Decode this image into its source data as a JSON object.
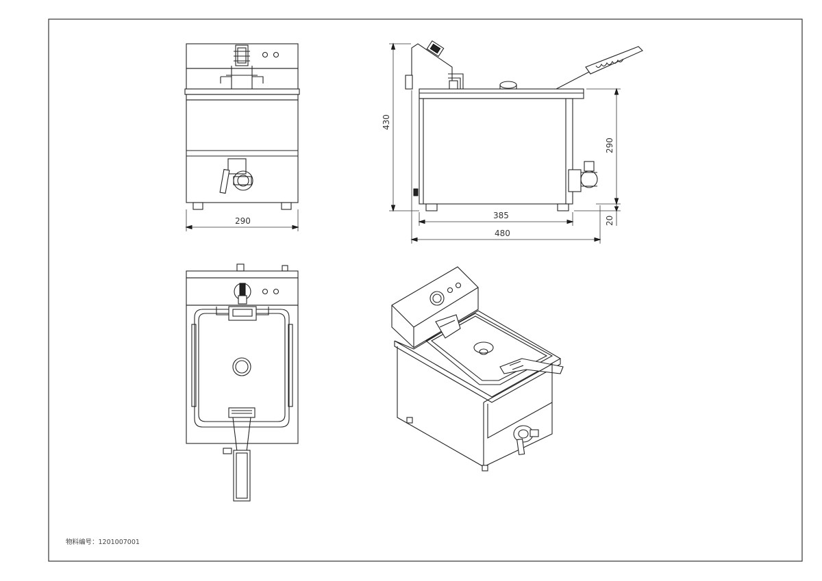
{
  "dimensions": {
    "front_width": "290",
    "side_height": "430",
    "side_body_height": "290",
    "side_body_width": "385",
    "side_total_width": "480",
    "side_foot_height": "20"
  },
  "part_number": "物料编号：1201007001"
}
